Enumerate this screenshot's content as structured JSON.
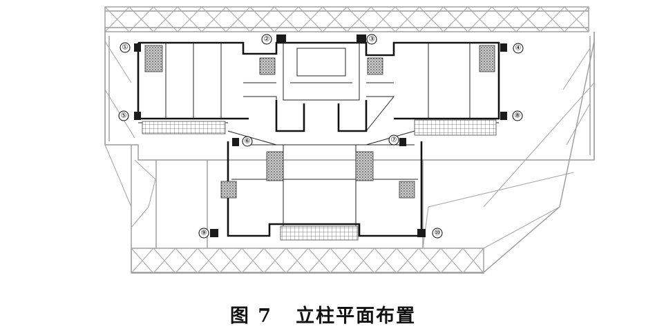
{
  "figure": {
    "caption_number": "图 7",
    "caption_title": "立柱平面布置",
    "column_labels": [
      "①",
      "②",
      "③",
      "④",
      "⑤",
      "⑥",
      "⑦",
      "⑧",
      "⑨",
      "⑩"
    ]
  },
  "colors": {
    "frame": "#9a9a9a",
    "wall": "#111111",
    "background": "#ffffff"
  }
}
